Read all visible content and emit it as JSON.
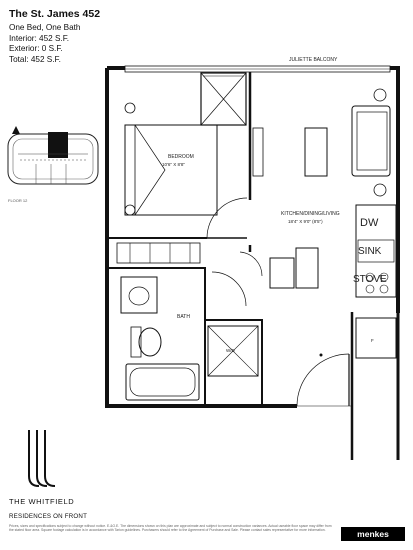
{
  "unit": {
    "name": "The St. James 452",
    "type": "One Bed, One Bath",
    "interior": "Interior: 452 S.F.",
    "exterior": "Exterior: 0 S.F.",
    "total": "Total: 452 S.F."
  },
  "keyplan": {
    "caption": "FLOOR 12"
  },
  "rooms": {
    "juliette": "JULIETTE BALCONY",
    "bedroom": "BEDROOM",
    "bedroom_dim": "10'6\" X 8'8\"",
    "kitchen": "KITCHEN/DINING/LIVING",
    "kitchen_dim": "18'4\" X 9'0\" (8'5\")",
    "bath": "BATH",
    "wd": "W/D",
    "fridge": "F"
  },
  "appliances": {
    "dw": "DW",
    "sink": "SINK",
    "stove": "STOVE"
  },
  "brand": {
    "name": "THE WHITFIELD",
    "sub": "RESIDENCES ON FRONT",
    "logo": "menkes",
    "disclaimer": "Prices, sizes and specifications subject to change without notice. E.&O.E. The dimensions shown on this plan are approximate and subject to normal construction variances. Actual useable floor space may differ from the stated floor area. Square footage calculation is in accordance with Tarion guidelines. Purchasers should refer to the Agreement of Purchase and Sale. Please contact sales representative for more information."
  }
}
